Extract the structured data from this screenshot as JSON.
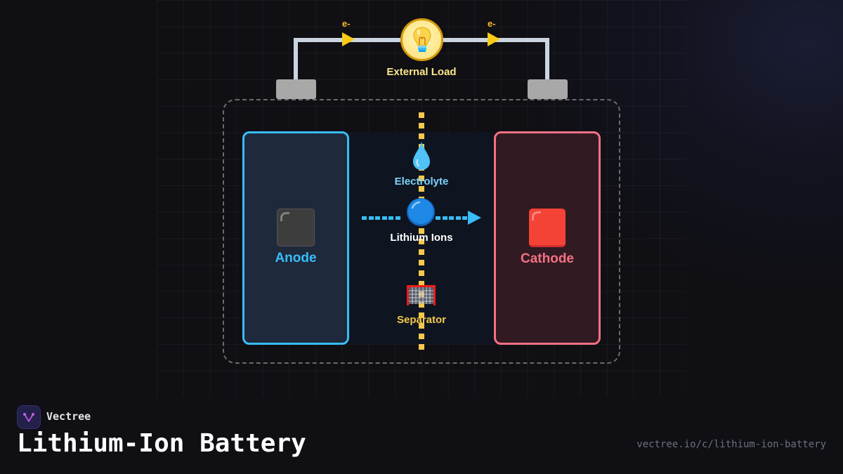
{
  "diagram": {
    "circuit": {
      "electron_label_left": "e-",
      "electron_label_right": "e-",
      "load_icon": "light-bulb-icon",
      "load_label": "External Load"
    },
    "anode": {
      "label": "Anode",
      "icon": "black-square-icon",
      "color": "#38bdf8"
    },
    "cathode": {
      "label": "Cathode",
      "icon": "red-square-icon",
      "color": "#f47183"
    },
    "electrolyte": {
      "label": "Electrolyte",
      "icon": "droplet-icon",
      "color": "#7dd3fc"
    },
    "lithium_ions": {
      "label": "Lithium Ions",
      "icon": "blue-circle-icon",
      "color": "#ffffff"
    },
    "separator": {
      "label": "Separator",
      "icon": "goal-net-icon",
      "color": "#f5c84c"
    }
  },
  "footer": {
    "brand": "Vectree",
    "title": "Lithium-Ion Battery",
    "url": "vectree.io/c/lithium-ion-battery"
  }
}
